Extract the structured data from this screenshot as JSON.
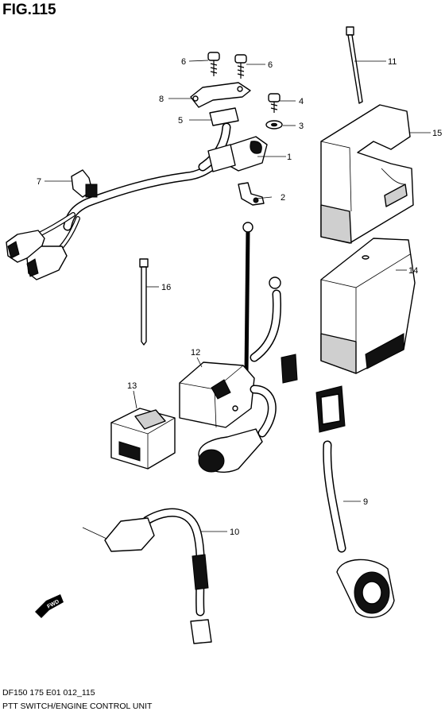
{
  "figure": {
    "title": "FIG.115",
    "code": "DF150 175 E01 012_115",
    "caption": "PTT SWITCH/ENGINE CONTROL UNIT"
  },
  "direction_badge": "FWD",
  "callouts": [
    "1",
    "2",
    "3",
    "4",
    "5",
    "6",
    "6",
    "7",
    "8",
    "9",
    "10",
    "11",
    "12",
    "13",
    "14",
    "15",
    "16"
  ]
}
